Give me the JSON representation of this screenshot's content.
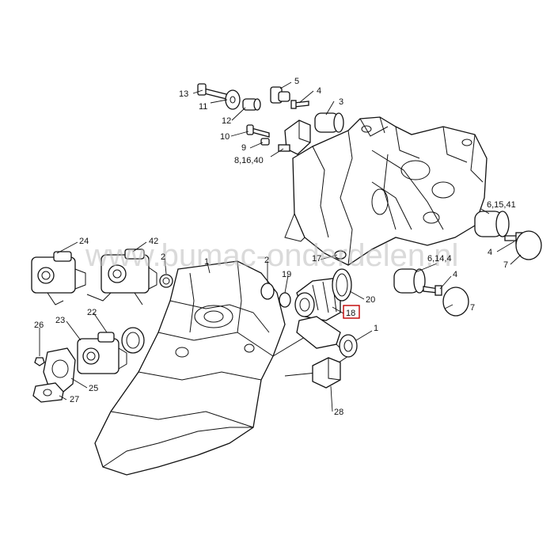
{
  "watermark": "www.bumac-onderdelen.nl",
  "highlight_color": "#c00000",
  "labels": {
    "l13": "13",
    "l11": "11",
    "l5": "5",
    "l4a": "4",
    "l3": "3",
    "l12": "12",
    "l10": "10",
    "l9": "9",
    "l8_16_40": "8,16,40",
    "l6_15_41": "6,15,41",
    "l4b": "4",
    "l7a": "7",
    "l24": "24",
    "l42": "42",
    "l2a": "2",
    "l1a": "1",
    "l2b": "2",
    "l17": "17",
    "l6_14_4": "6,14,4",
    "l4c": "4",
    "l19": "19",
    "l20": "20",
    "l7b": "7",
    "l18": "18",
    "l22": "22",
    "l23": "23",
    "l26": "26",
    "l1b": "1",
    "l25": "25",
    "l27": "27",
    "l28": "28"
  }
}
